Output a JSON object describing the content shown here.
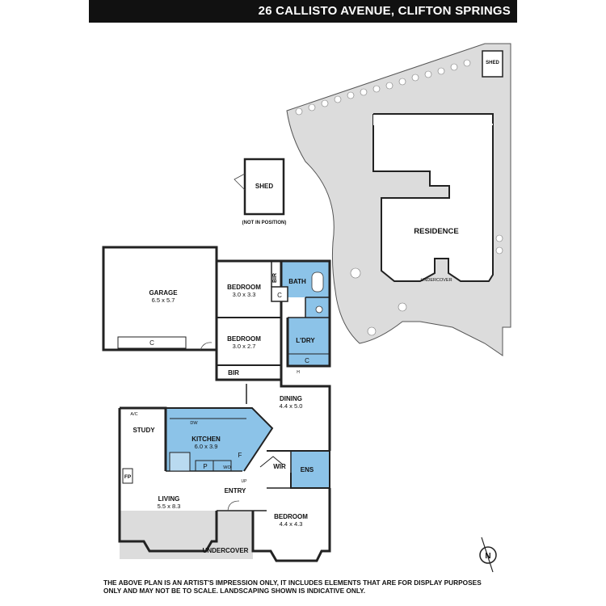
{
  "title": "26 CALLISTO AVENUE, CLIFTON SPRINGS",
  "colors": {
    "wet_area": "#8cc3e8",
    "landscape": "#dcdcdc",
    "wall": "#222222",
    "title_bar": "#111111"
  },
  "site": {
    "shed": "SHED",
    "residence": "RESIDENCE",
    "undercover": "UNDERCOVER"
  },
  "detached_shed": {
    "label": "SHED",
    "note": "(NOT IN POSITION)"
  },
  "rooms": {
    "garage": {
      "name": "GARAGE",
      "dims": "6.5 x 5.7"
    },
    "garage_cupboard": "C",
    "bedroom2": {
      "name": "BEDROOM",
      "dims": "3.0 x 3.3"
    },
    "bedroom3": {
      "name": "BEDROOM",
      "dims": "3.0 x 2.7"
    },
    "bir_top": "BIR",
    "bir_bottom": "BIR",
    "bath": "BATH",
    "linen_c": "C",
    "laundry": "L'DRY",
    "laundry_c": "C",
    "laundry_h": "H",
    "dining": {
      "name": "DINING",
      "dims": "4.4 x 5.0"
    },
    "kitchen": {
      "name": "KITCHEN",
      "dims": "6.0 x 3.9"
    },
    "kitchen_dw": "DW",
    "kitchen_f": "F",
    "kitchen_p": "P",
    "kitchen_wo": "WO",
    "ac": "A/C",
    "study": "STUDY",
    "fireplace": "FP",
    "living": {
      "name": "LIVING",
      "dims": "5.5 x 8.3"
    },
    "entry": "ENTRY",
    "up": "UP",
    "wir": "WIR",
    "ens": "ENS",
    "master": {
      "name": "BEDROOM",
      "dims": "4.4 x 4.3"
    },
    "undercover": "UNDERCOVER"
  },
  "compass": "N",
  "disclaimer": [
    "THE ABOVE PLAN IS AN ARTIST'S IMPRESSION ONLY, IT INCLUDES ELEMENTS THAT ARE FOR DISPLAY PURPOSES",
    "ONLY AND MAY NOT BE TO SCALE. LANDSCAPING SHOWN IS INDICATIVE ONLY."
  ]
}
